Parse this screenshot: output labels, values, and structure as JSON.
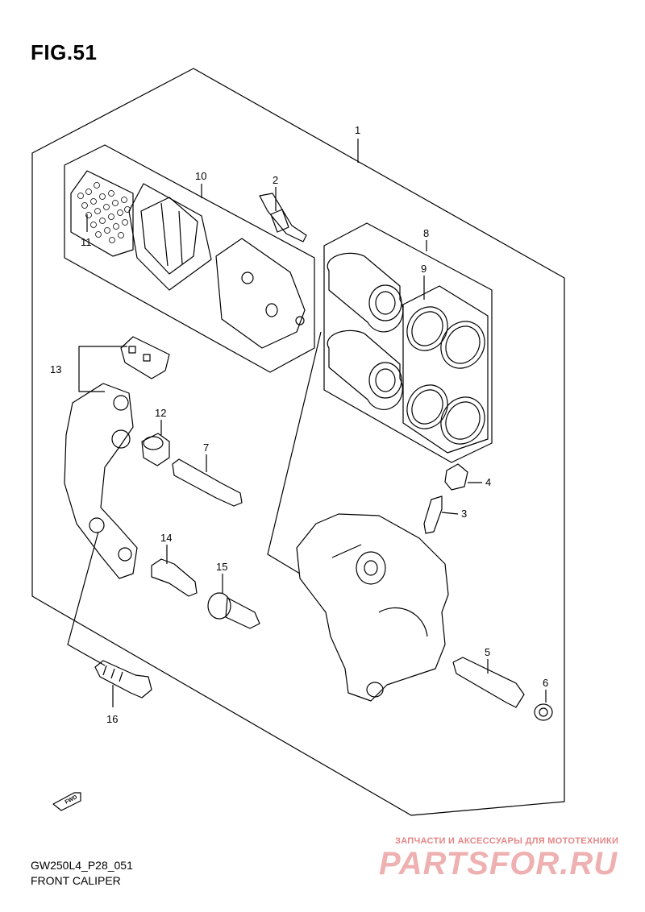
{
  "figure": {
    "title": "FIG.51"
  },
  "callouts": [
    "1",
    "2",
    "3",
    "4",
    "5",
    "6",
    "7",
    "8",
    "9",
    "10",
    "11",
    "12",
    "13",
    "14",
    "15",
    "16"
  ],
  "footer": {
    "code": "GW250L4_P28_051",
    "name": "FRONT CALIPER"
  },
  "fwd_label": "FWD",
  "watermark": {
    "tagline": "ЗАПЧАСТИ И АКСЕССУАРЫ ДЛЯ МОТОТЕХНИКИ",
    "logo": "PARTSFOR.RU",
    "color": "#d02020"
  }
}
